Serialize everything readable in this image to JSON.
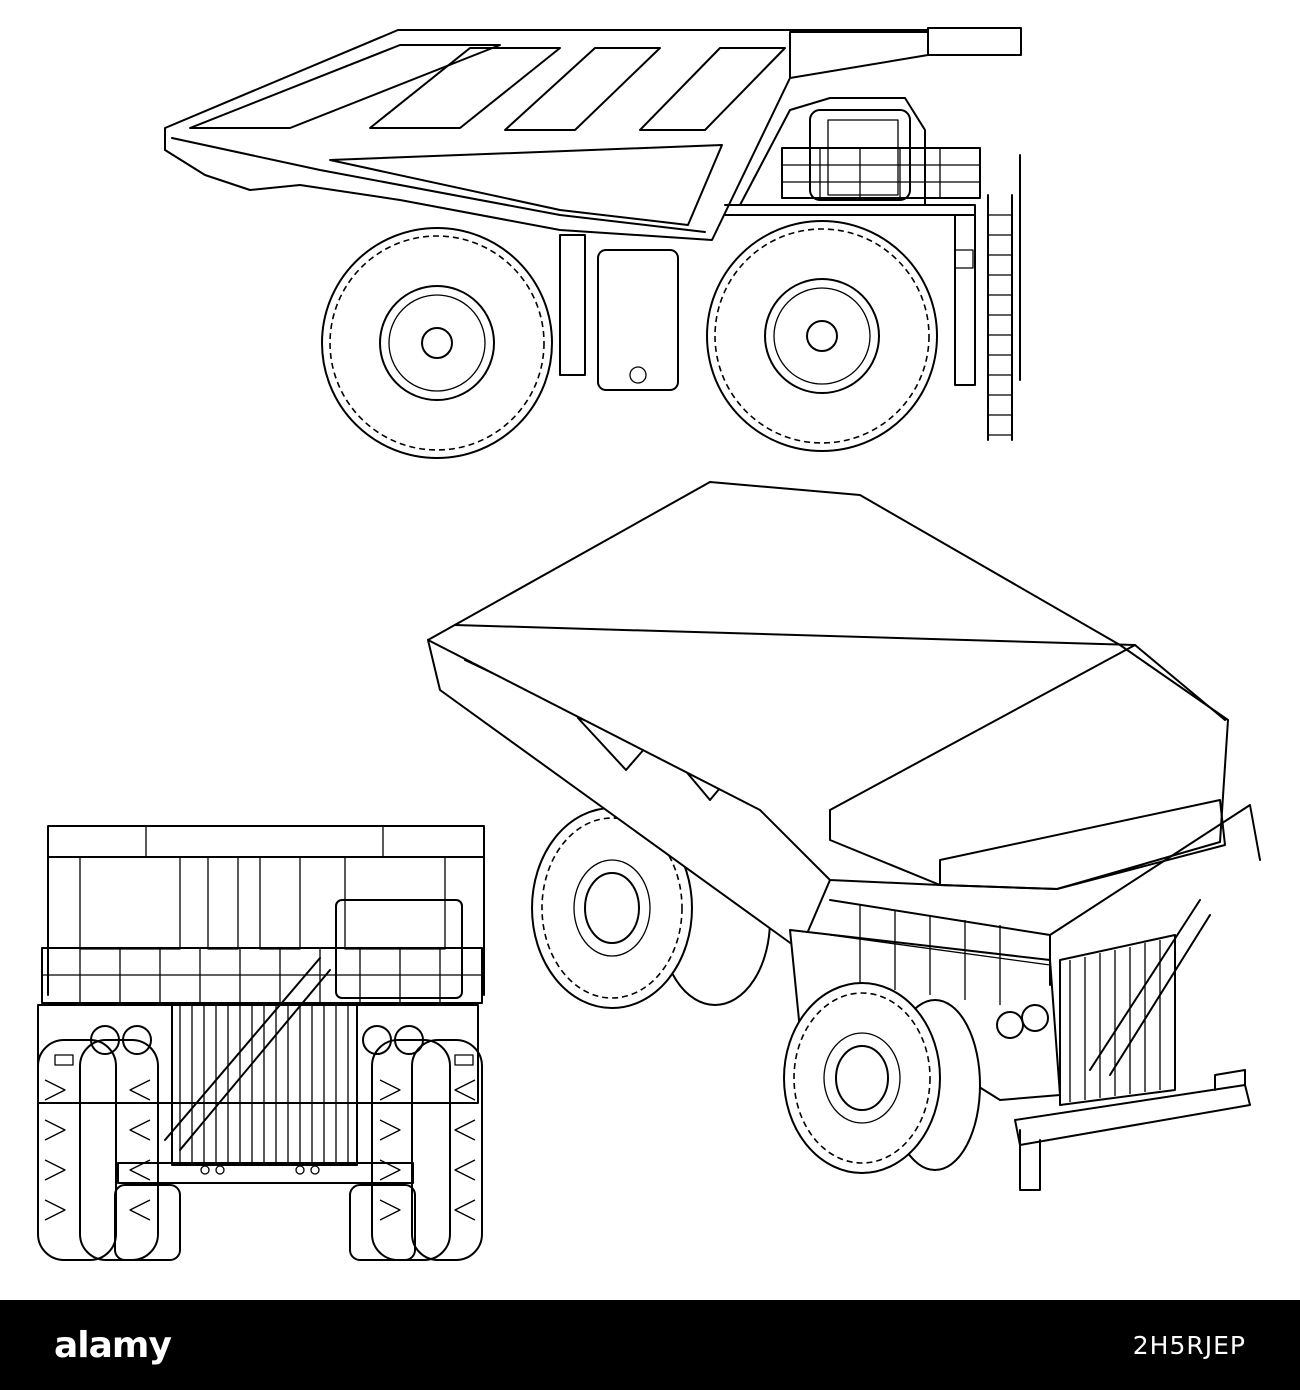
{
  "footer": {
    "logo_text": "alamy",
    "stock_id": "2H5RJEP",
    "background": "#000000",
    "text_color": "#ffffff"
  },
  "drawing": {
    "views": [
      "side-view",
      "isometric-view",
      "front-view"
    ],
    "line_color": "#000000",
    "background": "#ffffff"
  }
}
